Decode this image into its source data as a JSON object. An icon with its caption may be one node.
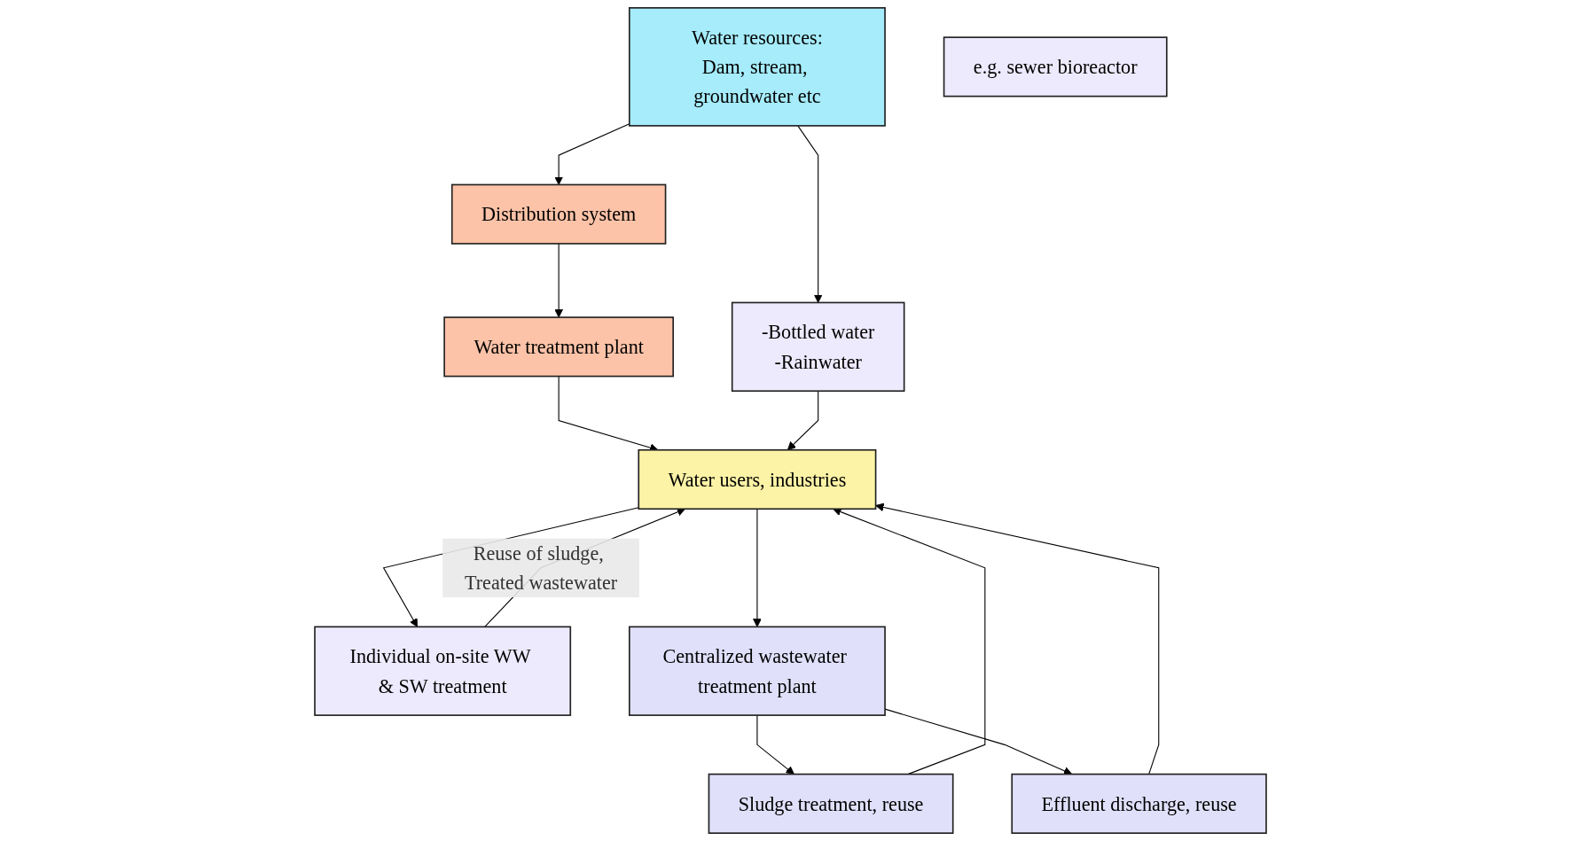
{
  "diagram": {
    "nodes": [
      {
        "text": [
          "Water resources:",
          "Dam, stream, groundwater etc"
        ]
      },
      {
        "text": [
          "Distribution system"
        ]
      },
      {
        "text": [
          "-Bottled water",
          "-Rainwater"
        ]
      },
      {
        "text": [
          "Water treatment plant"
        ]
      },
      {
        "text": [
          "Water users, industries"
        ]
      },
      {
        "text": [
          "Centralized wastewater treatment plant"
        ]
      },
      {
        "text": [
          "e.g. sewer bioreactor"
        ]
      },
      {
        "text": [
          "Individual on-site WW & SW treatment"
        ]
      },
      {
        "text": [
          "Sludge treatment, reuse"
        ]
      },
      {
        "text": [
          "Effluent discharge, reuse"
        ]
      }
    ],
    "edges": [
      {
        "from": 0,
        "to": 1,
        "arrow": "to"
      },
      {
        "from": 0,
        "to": 2,
        "arrow": "to"
      },
      {
        "from": 1,
        "to": 3,
        "arrow": "to"
      },
      {
        "from": 3,
        "to": 4,
        "arrow": "to"
      },
      {
        "from": 2,
        "to": 4,
        "arrow": "to"
      },
      {
        "from": 4,
        "to": 5,
        "arrow": "to"
      },
      {
        "from": 4,
        "to": 7,
        "arrow": "to"
      },
      {
        "from": 7,
        "to": 4,
        "arrow": "to",
        "label": "Reuse of sludge, Treated wastewater"
      },
      {
        "from": 5,
        "to": 8,
        "arrow": "to"
      },
      {
        "from": 5,
        "to": 9,
        "arrow": "to"
      },
      {
        "from": 9,
        "to": 4,
        "arrow": "to"
      },
      {
        "from": 8,
        "to": 4,
        "arrow": "to"
      }
    ]
  }
}
